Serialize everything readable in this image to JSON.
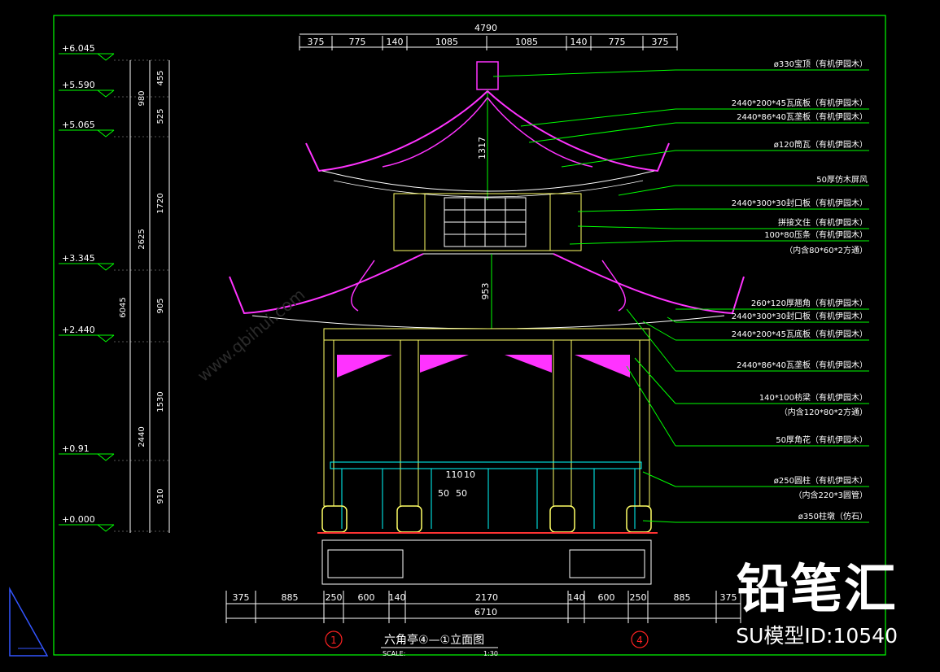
{
  "top_dims": {
    "total": "4790",
    "segments": [
      "375",
      "775",
      "140",
      "1085",
      "1085",
      "140",
      "775",
      "375"
    ]
  },
  "bottom_dims": {
    "total": "6710",
    "segments": [
      "375",
      "885",
      "250",
      "600",
      "140",
      "2170",
      "140",
      "600",
      "250",
      "885",
      "375"
    ]
  },
  "elevations": [
    "+6.045",
    "+5.590",
    "+5.065",
    "+3.345",
    "+2.440",
    "+0.91",
    "+0.000"
  ],
  "vertical_dims": {
    "inner": [
      "455",
      "525",
      "1720",
      "905",
      "1530",
      "910"
    ],
    "mid": [
      "980",
      "2625",
      "2440"
    ],
    "outer": "6045"
  },
  "internal_dims": {
    "upper": "1317",
    "middle": "953",
    "rail_top": "110",
    "rail_top2": "10",
    "rail_bottom": "50",
    "rail_bottom2": "50"
  },
  "labels": [
    "ø330宝顶（有机伊园木）",
    "2440*200*45瓦底板（有机伊园木）",
    "2440*86*40瓦垄板（有机伊园木）",
    "ø120筒瓦（有机伊园木）",
    "50厚仿木屏风",
    "2440*300*30封口板（有机伊园木）",
    "拼接文住（有机伊园木）",
    "100*80压条（有机伊园木）",
    "（内含80*60*2方通）",
    "260*120厚翘角（有机伊园木）",
    "2440*300*30封口板（有机伊园木）",
    "2440*200*45瓦底板（有机伊园木）",
    "2440*86*40瓦垄板（有机伊园木）",
    "140*100枋梁（有机伊园木）",
    "（内含120*80*2方通）",
    "50厚角花（有机伊园木）",
    "ø250圆柱（有机伊园木）",
    "（内含220*3圆管）",
    "ø350柱墩（仿石）"
  ],
  "title": {
    "text": "六角亭④—①立面图",
    "scale_label": "SCALE:",
    "scale_value": "1:30"
  },
  "axis_markers": [
    "1",
    "4"
  ],
  "watermark": {
    "brand": "铅笔汇",
    "model_id": "SU模型ID:10540",
    "site": "www.qbihui.com"
  },
  "colors": {
    "background": "#000000",
    "frame": "#00ff00",
    "dimension": "#ffffff",
    "roof_accent": "#ff33ff",
    "structure": "#ffff66",
    "rail": "#00ffff",
    "axis_marker": "#ff2222"
  }
}
